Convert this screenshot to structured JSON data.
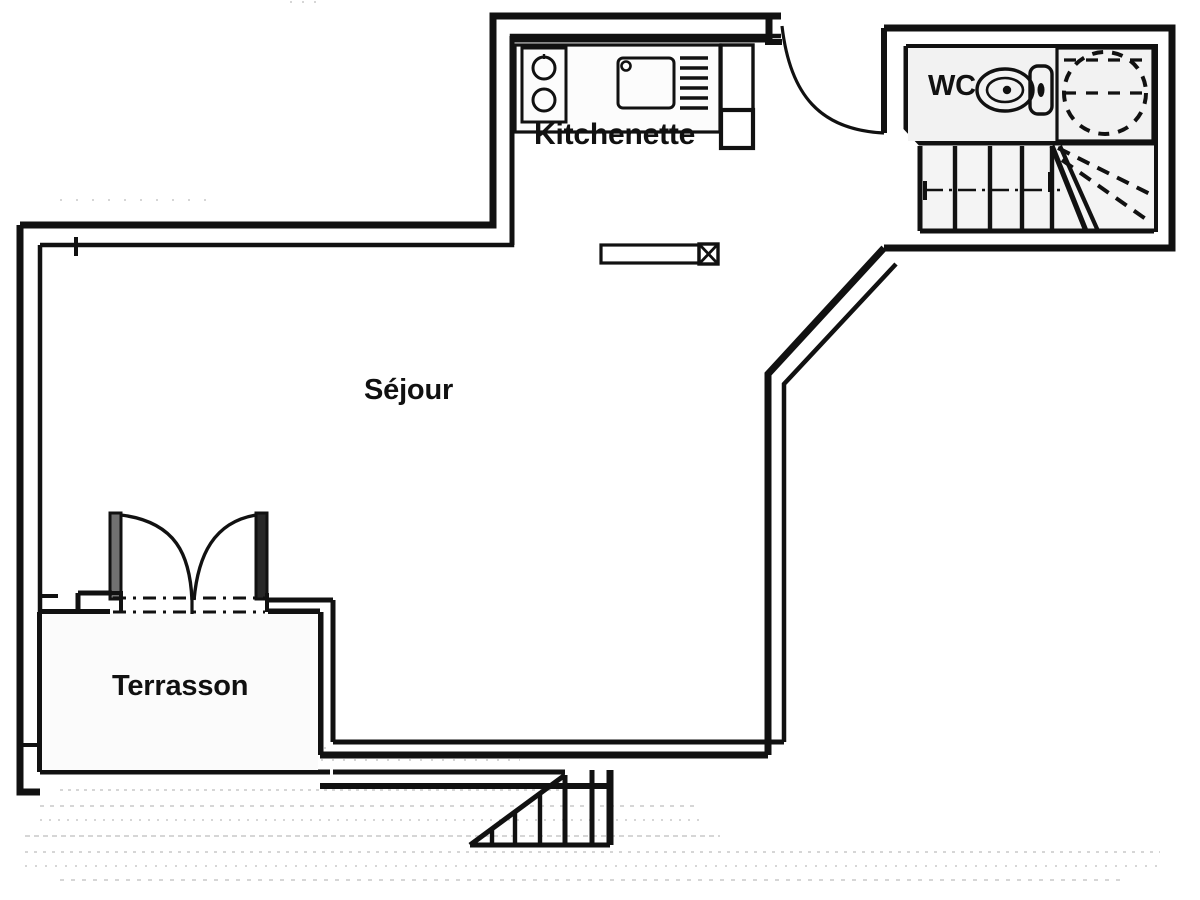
{
  "document": {
    "type": "architectural-floor-plan",
    "title": "Plan",
    "style": "scanned black and white line drawing",
    "background_color": "#ffffff",
    "line_color": "#111111"
  },
  "rooms": [
    {
      "id": "kitchenette",
      "label": "Kitchenette"
    },
    {
      "id": "wc",
      "label": "WC"
    },
    {
      "id": "sejour",
      "label": "Séjour"
    },
    {
      "id": "terrasson",
      "label": "Terrasson"
    }
  ],
  "fixtures": [
    {
      "id": "cooktop",
      "name": "stove-hob",
      "room": "kitchenette",
      "burners": 2
    },
    {
      "id": "sink",
      "name": "kitchen-sink",
      "room": "kitchenette"
    },
    {
      "id": "drainboard",
      "name": "draining-board",
      "room": "kitchenette",
      "grooves": 5
    },
    {
      "id": "fridge",
      "name": "refrigerator-unit",
      "room": "kitchenette"
    },
    {
      "id": "toilet",
      "name": "toilet",
      "room": "wc"
    },
    {
      "id": "cistern",
      "name": "toilet-cistern",
      "room": "wc"
    },
    {
      "id": "shower-tray",
      "name": "shower-tray",
      "room": "wc",
      "outline": "dashed-circle"
    }
  ],
  "circulation": [
    {
      "id": "stairs-interior",
      "name": "staircase",
      "treads": 5,
      "direction_marker": "dash-dot-arrow"
    },
    {
      "id": "steps-exterior",
      "name": "exterior-steps",
      "treads": 4
    }
  ],
  "openings": [
    {
      "id": "door-kitchenette",
      "name": "swing-door",
      "swing": "single-arc",
      "between": [
        "Kitchenette",
        "WC"
      ]
    },
    {
      "id": "door-terrasson",
      "name": "french-doors",
      "swing": "double-arc",
      "between": [
        "Séjour",
        "Terrasson"
      ]
    }
  ],
  "structure": [
    {
      "id": "beam",
      "name": "lintel-beam"
    },
    {
      "id": "post",
      "name": "post-column",
      "marker": "x-cross"
    }
  ],
  "colors": {
    "ink": "#111111",
    "paper": "#ffffff",
    "faint": "#b9b9b9"
  }
}
